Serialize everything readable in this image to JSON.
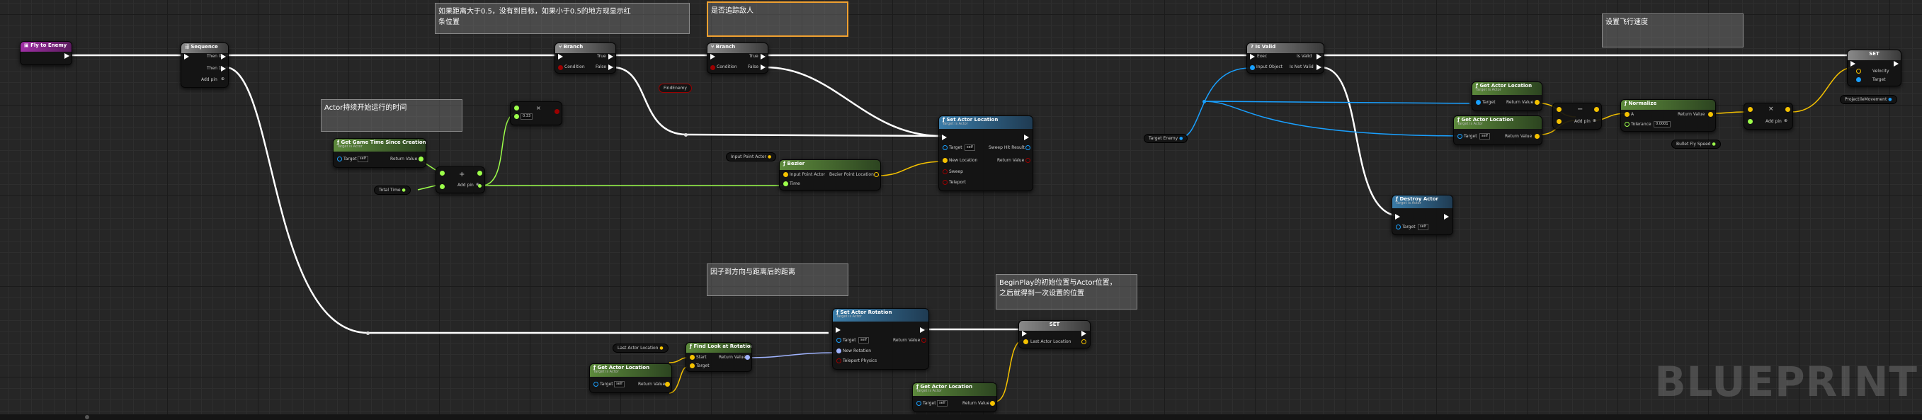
{
  "watermark": "BLUEPRINT",
  "colors": {
    "exec": "#ffffff",
    "float": "#9cff4a",
    "object": "#19a0ff",
    "vector": "#f5c200",
    "rotator": "#a0b4ff",
    "bool": "#9b0000"
  },
  "event": {
    "title": "Fly to Enemy"
  },
  "sequence": {
    "title": "Sequence",
    "then0": "Then 0",
    "then1": "Then 1",
    "add_pin": "Add pin"
  },
  "branch1": {
    "title": "Branch",
    "condition": "Condition",
    "true_label": "True",
    "false_label": "False"
  },
  "branch2": {
    "title": "Branch",
    "condition": "Condition",
    "true_label": "True",
    "false_label": "False"
  },
  "is_valid": {
    "title": "Is Valid",
    "exec": "Exec",
    "input_object": "Input Object",
    "is_valid": "Is Valid",
    "is_not_valid": "Is Not Valid"
  },
  "set": {
    "title": "SET",
    "velocity": "Velocity",
    "target": "Target"
  },
  "projectile_movement": "ProjectileMovement",
  "comments": {
    "c1": "如果距离大于0.5，没有到目标，如果小于0.5的地方现显示红",
    "c1b": "条位置",
    "c2": "是否追踪敌人",
    "c3": "设置飞行速度",
    "c4": "Actor持续开始运行的时间",
    "c5": "因子到方向与距离后的距离",
    "c6": "BeginPlay的初始位置与Actor位置，",
    "c6b": "之后就得到一次设置的位置"
  },
  "get_time": {
    "title": "Get Game Time Since Creation",
    "sub": "Target is Actor",
    "target": "Target",
    "self": "self",
    "return": "Return Value"
  },
  "total_time": "Total Time",
  "add_node": {
    "label": "Add pin"
  },
  "multiply_const": "0.33",
  "find_enemy": "FindEnemy",
  "input_point_actor": "Input Point Actor",
  "bezier": {
    "title": "Bezier",
    "input_point_actor": "Input Point Actor",
    "time": "Time",
    "return": "Bezier Point Location"
  },
  "set_actor_location": {
    "title": "Set Actor Location",
    "sub": "Target is Actor",
    "target": "Target",
    "self": "self",
    "new_location": "New Location",
    "sweep": "Sweep",
    "teleport": "Teleport",
    "sweep_hit": "Sweep Hit Result",
    "return": "Return Value"
  },
  "target_enemy": "Target Enemy",
  "get_actor_location_1": {
    "title": "Get Actor Location",
    "sub": "Target is Actor",
    "target": "Target",
    "return": "Return Value"
  },
  "get_actor_location_2": {
    "title": "Get Actor Location",
    "sub": "Target is Actor",
    "target": "Target",
    "self": "self",
    "return": "Return Value"
  },
  "subtract": {
    "label": "Add pin"
  },
  "normalize": {
    "title": "Normalize",
    "a": "A",
    "tolerance": "Tolerance",
    "tolerance_val": "0.0001",
    "return": "Return Value"
  },
  "bullet_fly_speed": "Bullet Fly Speed",
  "multiply_vec": {
    "label": "Add pin"
  },
  "destroy_actor": {
    "title": "Destroy Actor",
    "sub": "Target is Actor",
    "target": "Target",
    "self": "self"
  },
  "set_actor_rotation": {
    "title": "Set Actor Rotation",
    "sub": "Target is Actor",
    "target": "Target",
    "self": "self",
    "new_rotation": "New Rotation",
    "teleport": "Teleport Physics",
    "return": "Return Value"
  },
  "last_actor_location": "Last Actor Location",
  "find_look_at": {
    "title": "Find Look at Rotation",
    "start": "Start",
    "target": "Target",
    "return": "Return Value"
  },
  "get_actor_location_3": {
    "title": "Get Actor Location",
    "sub": "Target is Actor",
    "target": "Target",
    "self": "self",
    "return": "Return Value"
  },
  "set2": {
    "title": "SET",
    "last_actor_location": "Last Actor Location"
  },
  "get_actor_location_4": {
    "title": "Get Actor Location",
    "sub": "Target is Actor",
    "target": "Target",
    "self": "self",
    "return": "Return Value"
  }
}
